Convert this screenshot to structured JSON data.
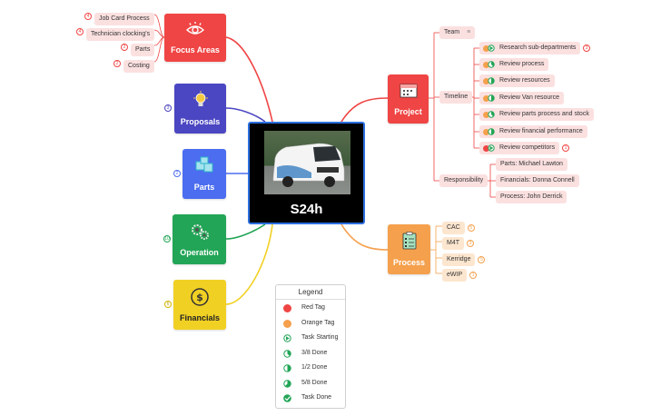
{
  "central": {
    "title": "S24h"
  },
  "left_topics": [
    {
      "id": "focus",
      "label": "Focus Areas",
      "color": "#ef4544",
      "icon": "eye-icon",
      "children": [
        {
          "label": "Job Card Process",
          "badge": "4"
        },
        {
          "label": "Technician clocking's",
          "badge": "4"
        },
        {
          "label": "Parts",
          "badge": "2"
        },
        {
          "label": "Costing",
          "badge": "2"
        }
      ]
    },
    {
      "id": "proposals",
      "label": "Proposals",
      "color": "#4b46c2",
      "icon": "lightbulb-icon",
      "badge": "3"
    },
    {
      "id": "parts",
      "label": "Parts",
      "color": "#4c6df0",
      "icon": "boxes-icon",
      "badge": "2"
    },
    {
      "id": "operation",
      "label": "Operation",
      "color": "#22a556",
      "icon": "gears-icon",
      "badge": "10"
    },
    {
      "id": "financials",
      "label": "Financials",
      "color": "#f1d024",
      "icon": "dollar-coin-icon",
      "badge": "6"
    }
  ],
  "project": {
    "label": "Project",
    "color": "#ef4544",
    "icon": "calendar-icon",
    "team": {
      "label": "Team",
      "icon": "notes-icon"
    },
    "timeline": {
      "label": "Timeline",
      "items": [
        {
          "label": "Research sub-departments",
          "badge": "3",
          "tag": "orange",
          "progress": "started"
        },
        {
          "label": "Review process",
          "tag": "orange",
          "progress": "3/8"
        },
        {
          "label": "Review resources",
          "tag": "orange",
          "progress": "1/2"
        },
        {
          "label": "Review Van resource",
          "tag": "orange",
          "progress": "1/2"
        },
        {
          "label": "Review parts process and stock",
          "tag": "orange",
          "progress": "3/8"
        },
        {
          "label": "Review financial performance",
          "tag": "orange",
          "progress": "1/2"
        },
        {
          "label": "Review competitors",
          "badge": "1",
          "tag": "red",
          "progress": "started"
        }
      ]
    },
    "responsibility": {
      "label": "Responsibility",
      "items": [
        {
          "label": "Parts: Michael Lawton"
        },
        {
          "label": "Financials: Donna Connell"
        },
        {
          "label": "Process: John Derrick"
        }
      ]
    }
  },
  "process": {
    "label": "Process",
    "color": "#f5a04c",
    "icon": "checklist-icon",
    "items": [
      {
        "label": "CAC",
        "badge": "5"
      },
      {
        "label": "M4T",
        "badge": "3"
      },
      {
        "label": "Kerridge",
        "badge": "5"
      },
      {
        "label": "eWIP",
        "badge": "1"
      }
    ]
  },
  "legend": {
    "title": "Legend",
    "items": [
      {
        "label": "Red Tag",
        "symbol": "red",
        "color": "#ef4544"
      },
      {
        "label": "Orange Tag",
        "symbol": "orange",
        "color": "#f5a04c"
      },
      {
        "label": "Task Starting",
        "symbol": "started"
      },
      {
        "label": "3/8 Done",
        "symbol": "3/8"
      },
      {
        "label": "1/2 Done",
        "symbol": "1/2"
      },
      {
        "label": "5/8 Done",
        "symbol": "5/8"
      },
      {
        "label": "Task Done",
        "symbol": "done"
      }
    ]
  }
}
